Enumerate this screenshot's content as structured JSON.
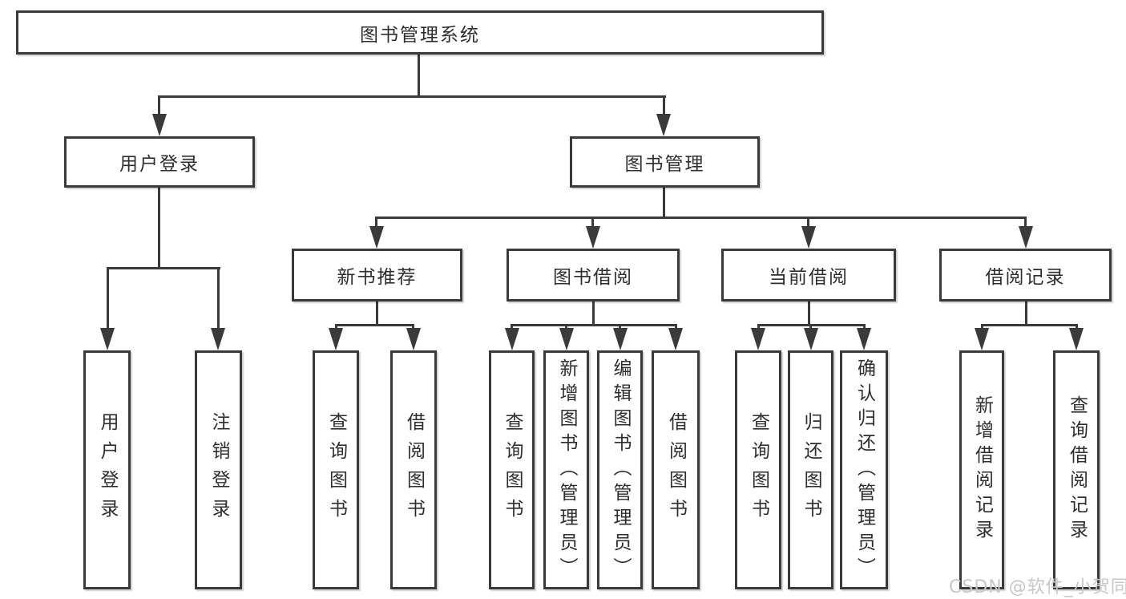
{
  "diagram": {
    "type": "hierarchy-tree",
    "root": {
      "label": "图书管理系统",
      "children": [
        {
          "label": "用户登录",
          "children": [
            {
              "label": "用户登录"
            },
            {
              "label": "注销登录"
            }
          ]
        },
        {
          "label": "图书管理",
          "children": [
            {
              "label": "新书推荐",
              "children": [
                {
                  "label": "查询图书"
                },
                {
                  "label": "借阅图书"
                }
              ]
            },
            {
              "label": "图书借阅",
              "children": [
                {
                  "label": "查询图书"
                },
                {
                  "label": "新增图书（管理员）"
                },
                {
                  "label": "编辑图书（管理员）"
                },
                {
                  "label": "借阅图书"
                }
              ]
            },
            {
              "label": "当前借阅",
              "children": [
                {
                  "label": "查询图书"
                },
                {
                  "label": "归还图书"
                },
                {
                  "label": "确认归还（管理员）"
                }
              ]
            },
            {
              "label": "借阅记录",
              "children": [
                {
                  "label": "新增借阅记录"
                },
                {
                  "label": "查询借阅记录"
                }
              ]
            }
          ]
        }
      ]
    },
    "colors": {
      "line": "#3a3a3a",
      "box_fill": "#ffffff",
      "text": "#2e2e2e"
    }
  },
  "watermark": {
    "text": "CSDN @软件_小贺同学",
    "color": "#c8c8c8"
  }
}
